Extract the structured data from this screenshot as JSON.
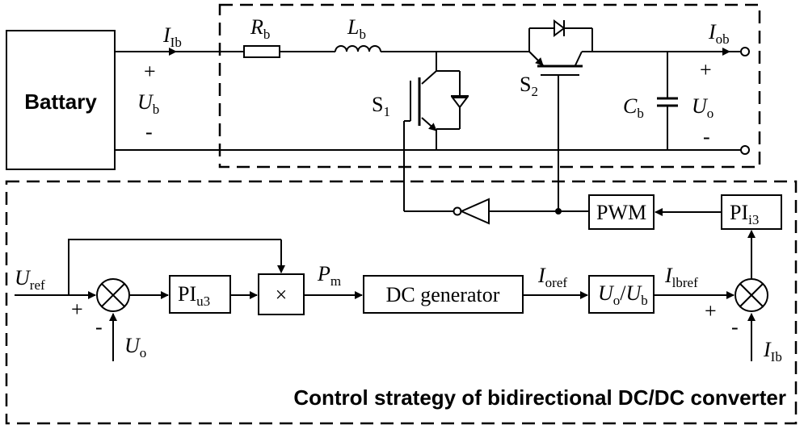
{
  "battary_label": "Battary",
  "top": {
    "I_Ib": {
      "main": "I",
      "sub": "Ib"
    },
    "R_b": {
      "main": "R",
      "sub": "b"
    },
    "L_b": {
      "main": "L",
      "sub": "b"
    },
    "I_ob": {
      "main": "I",
      "sub": "ob"
    },
    "U_b": {
      "main": "U",
      "sub": "b"
    },
    "S1": {
      "main": "S",
      "sub": "1"
    },
    "S2": {
      "main": "S",
      "sub": "2"
    },
    "C_b": {
      "main": "C",
      "sub": "b"
    },
    "U_o": {
      "main": "U",
      "sub": "o"
    },
    "plus": "+",
    "minus": "-"
  },
  "control": {
    "U_ref": {
      "main": "U",
      "sub": "ref"
    },
    "PI_u3": {
      "main": "PI",
      "sub": "u3"
    },
    "mult": "×",
    "P_m": {
      "main": "P",
      "sub": "m"
    },
    "dc_generator": "DC generator",
    "dc_generator_color": "#e0202a",
    "I_oref": {
      "main": "I",
      "sub": "oref"
    },
    "ratio": {
      "num": "U",
      "num_sub": "o",
      "slash": "/",
      "den": "U",
      "den_sub": "b"
    },
    "I_lbref": {
      "main": "I",
      "sub": "lbref"
    },
    "U_o_fb": {
      "main": "U",
      "sub": "o"
    },
    "I_Ib_fb": {
      "main": "I",
      "sub": "Ib"
    },
    "pwm": "PWM",
    "PI_i3": {
      "main": "PI",
      "sub": "i3"
    },
    "plus": "+",
    "minus": "-"
  },
  "caption": "Control strategy of bidirectional DC/DC converter"
}
